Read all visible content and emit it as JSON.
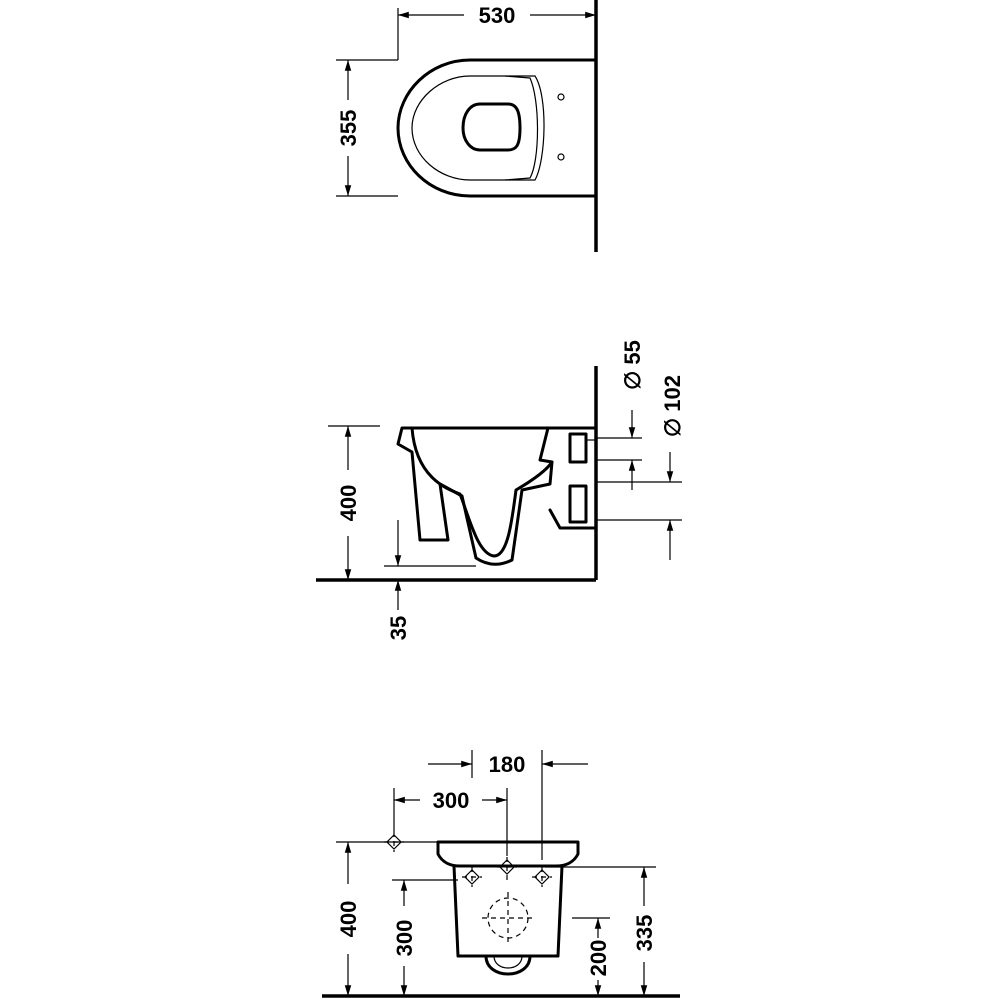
{
  "views": {
    "top": {
      "width_label": "530",
      "depth_label": "355"
    },
    "side": {
      "height_label": "400",
      "floor_clearance_label": "35",
      "pipe_inner_label": "∅ 55",
      "pipe_outer_label": "∅ 102"
    },
    "front": {
      "fixing_spacing_label": "180",
      "fixing_width_label": "300",
      "total_height_label": "400",
      "fixing_height_label": "300",
      "outlet_height_label": "200",
      "top_fixing_label": "335"
    }
  },
  "colors": {
    "line": "#000000",
    "background": "#ffffff"
  }
}
